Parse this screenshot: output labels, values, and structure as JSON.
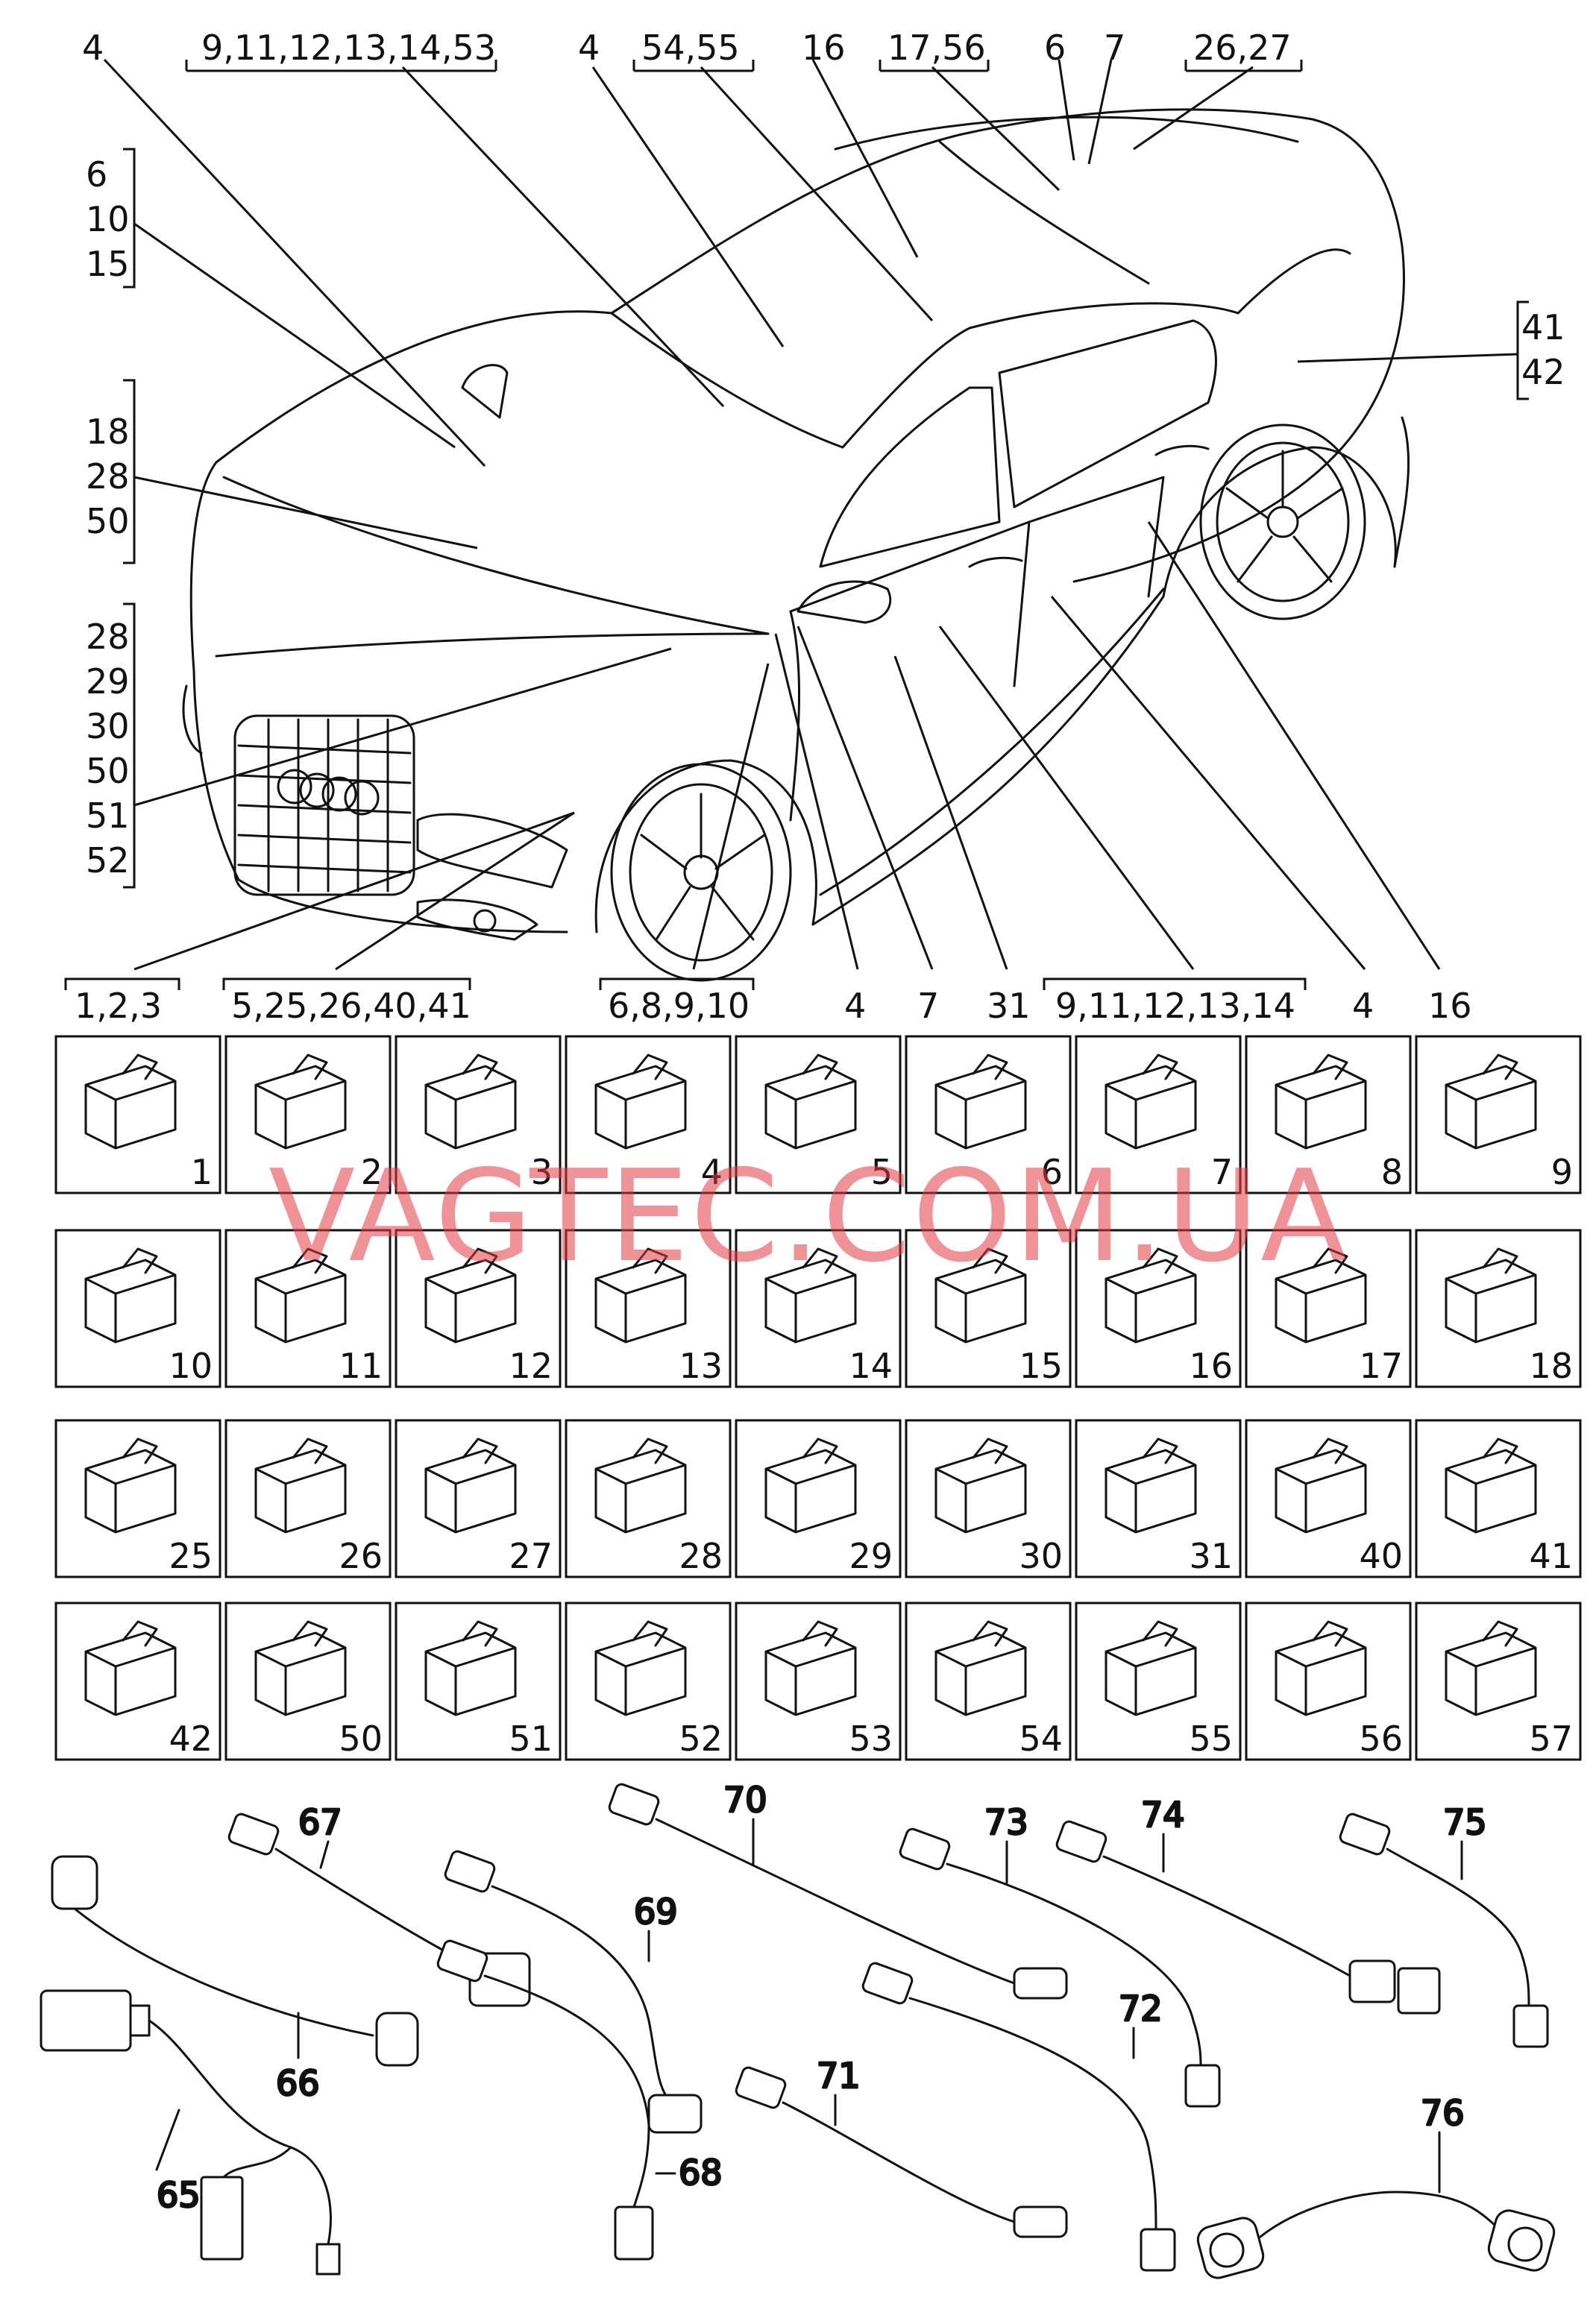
{
  "top_labels": [
    "4",
    "9,11,12,13,14,53",
    "4",
    "54,55",
    "16",
    "17,56",
    "6",
    "7",
    "26,27"
  ],
  "left_labels": {
    "group1": [
      "6",
      "10",
      "15"
    ],
    "group2": [
      "18",
      "28",
      "50"
    ],
    "group3": [
      "28",
      "29",
      "30",
      "50",
      "51",
      "52"
    ]
  },
  "right_labels": [
    "41",
    "42"
  ],
  "bottom_labels": [
    "1,2,3",
    "5,25,26,40,41",
    "6,8,9,10",
    "4",
    "7",
    "31",
    "9,11,12,13,14",
    "4",
    "16"
  ],
  "grid_row1": [
    "1",
    "2",
    "3",
    "4",
    "5",
    "6",
    "7",
    "8",
    "9"
  ],
  "grid_row2": [
    "10",
    "11",
    "12",
    "13",
    "14",
    "15",
    "16",
    "17",
    "18"
  ],
  "grid_row3": [
    "25",
    "26",
    "27",
    "28",
    "29",
    "30",
    "31",
    "40",
    "41"
  ],
  "grid_row4": [
    "42",
    "50",
    "51",
    "52",
    "53",
    "54",
    "55",
    "56",
    "57"
  ],
  "cable_labels": [
    "65",
    "66",
    "67",
    "68",
    "69",
    "70",
    "71",
    "72",
    "73",
    "74",
    "75",
    "76"
  ],
  "watermark": "VAGTEC.COM.UA"
}
